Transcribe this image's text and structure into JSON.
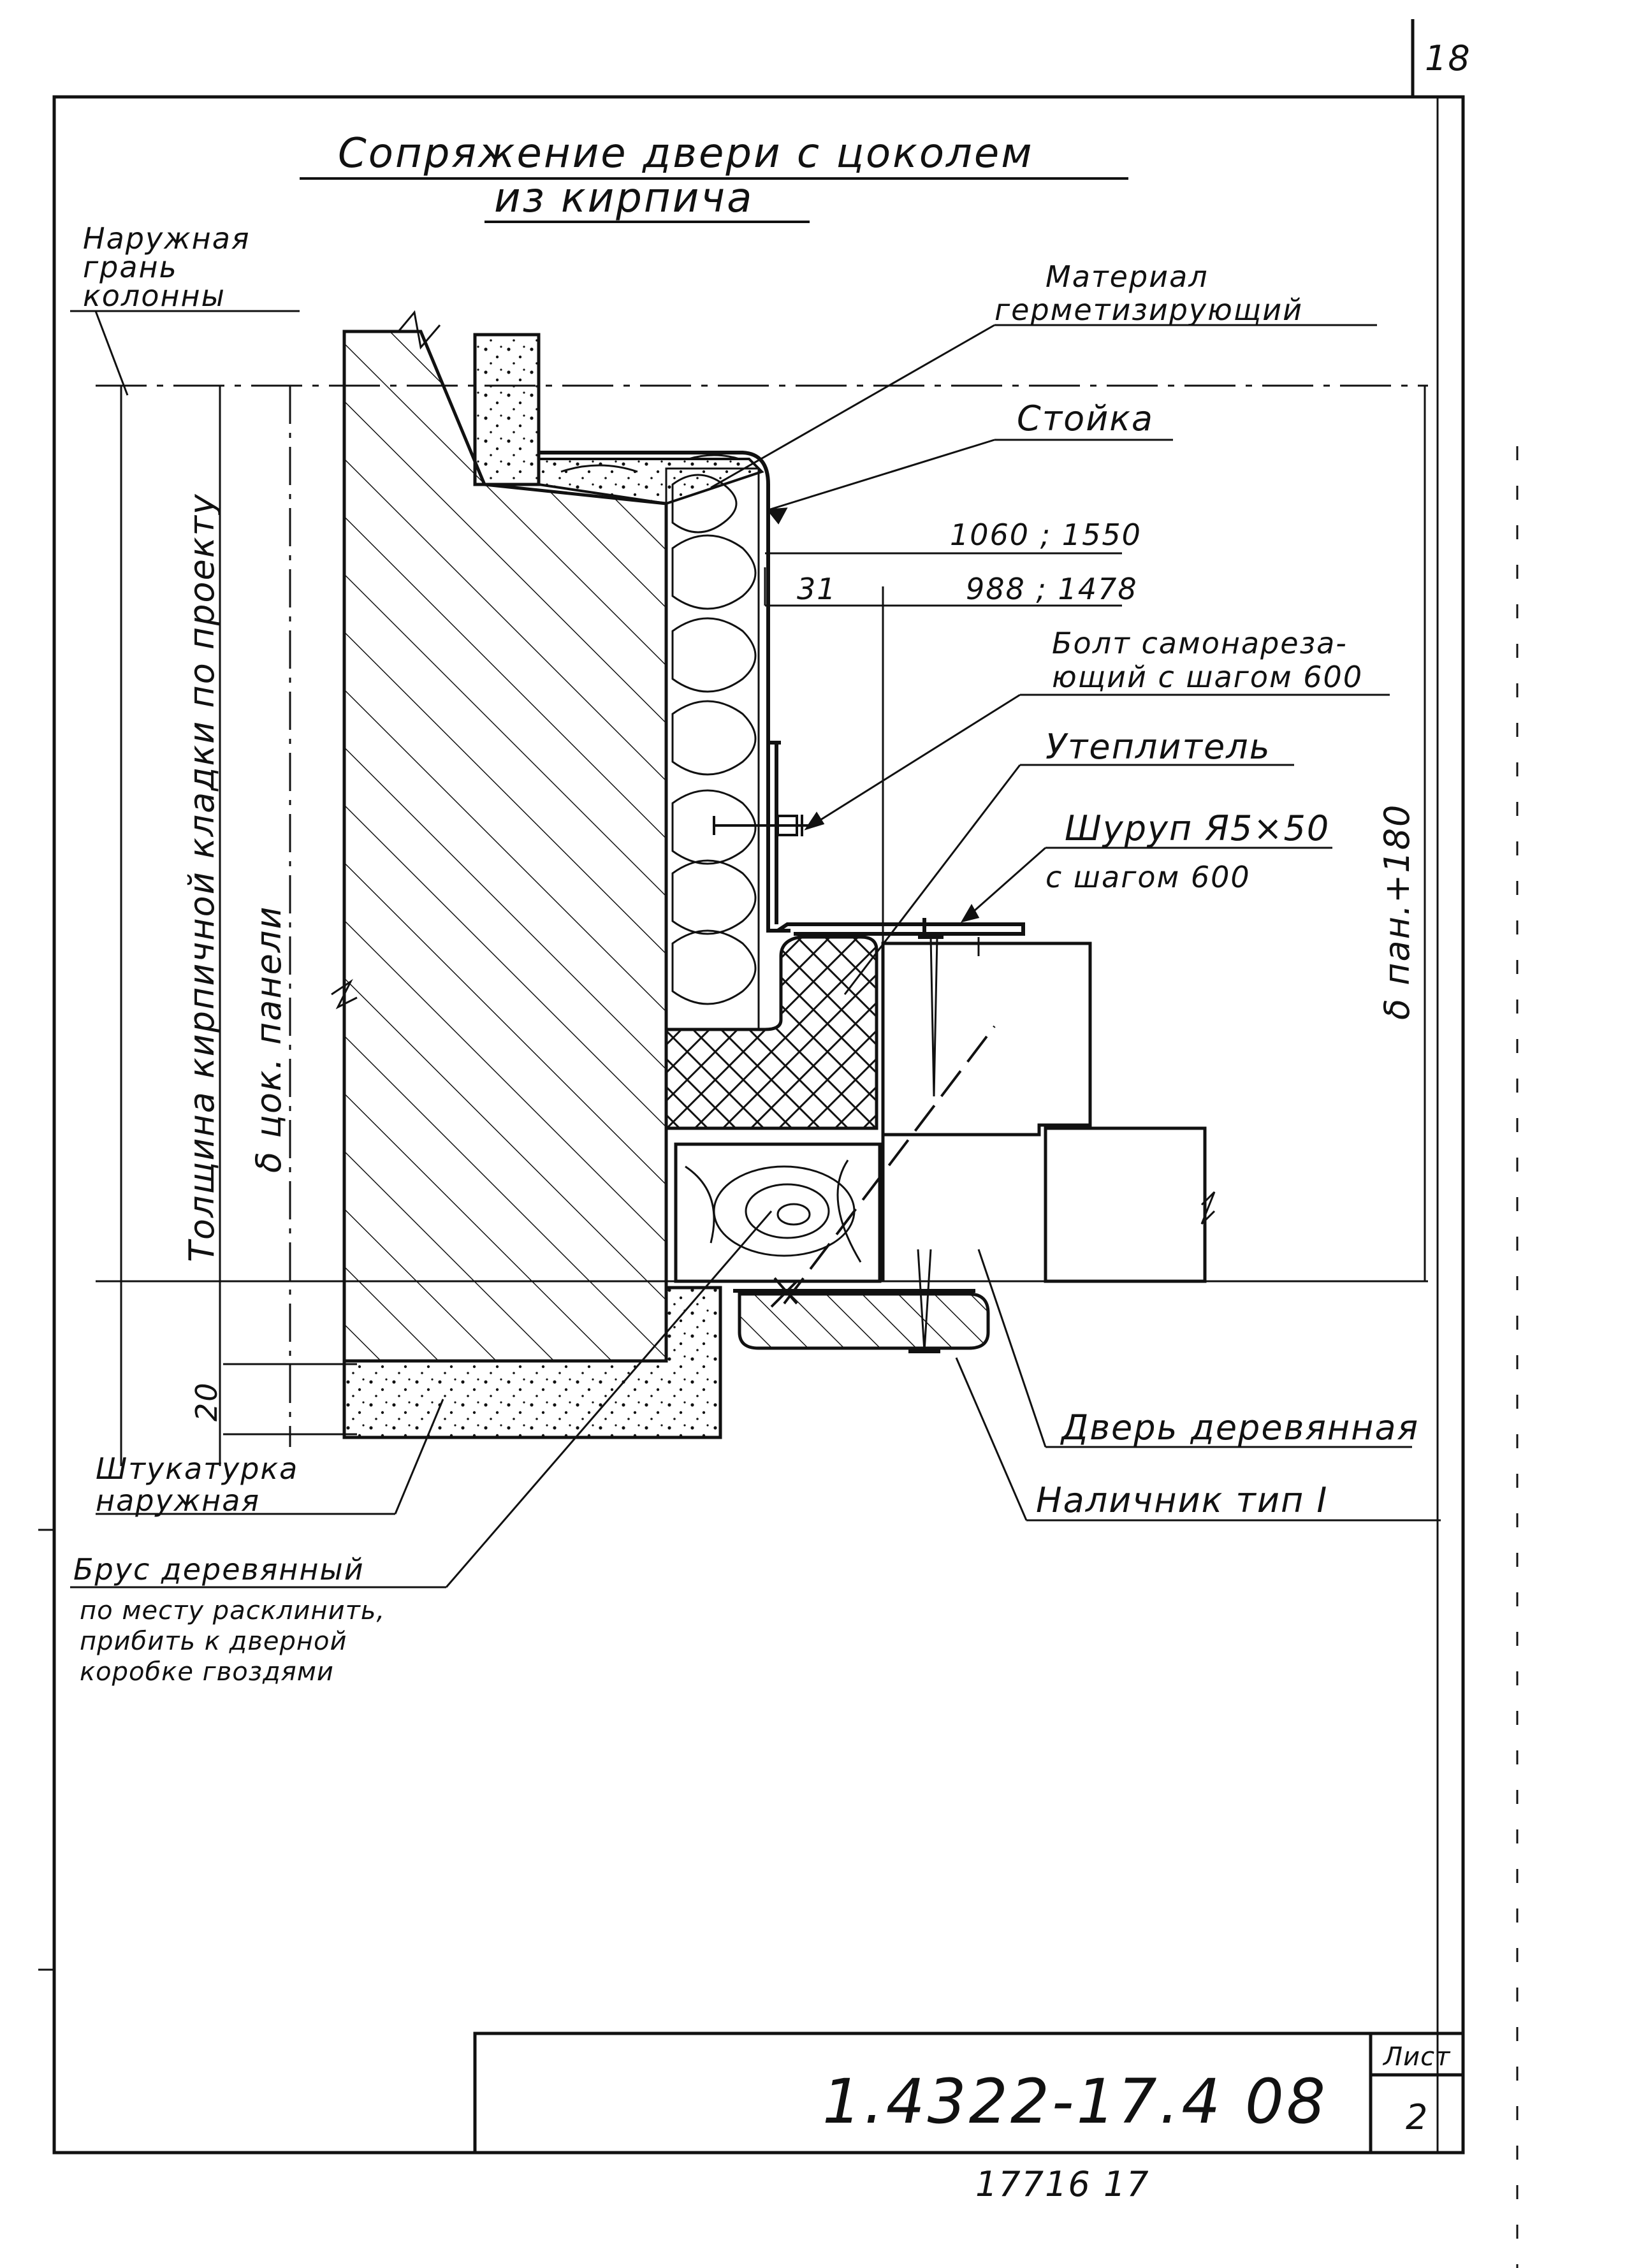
{
  "page": {
    "corner_number": "18",
    "title_line1": "Сопряжение двери с цоколем",
    "title_line2": "из кирпича"
  },
  "labels": {
    "outer_face": [
      "Наружная",
      "грань",
      "колонны"
    ],
    "sealant": [
      "Материал",
      "герметизирующий"
    ],
    "post": "Стойка",
    "dim_1060": "1060 ; 1550",
    "dim_31": "31",
    "dim_988": "988 ; 1478",
    "bolt": [
      "Болт самонарезa-",
      "ющий с шагом 600"
    ],
    "insulation": "Утеплитель",
    "screw": [
      "Шуруп Я5×50",
      "с шагом 600"
    ],
    "panel_thickness": "δ пан.+180",
    "brick_thickness": "Толщина кирпичной кладки по проекту",
    "plinth_panel": "δ цок. панели",
    "dim_20": "20",
    "door": "Дверь деревянная",
    "casing": "Наличник тип I",
    "plaster": [
      "Штукатурка",
      "наружная"
    ],
    "beam": [
      "Брус деревянный",
      "по месту расклинить,",
      "прибить к дверной",
      "коробке гвоздями"
    ]
  },
  "title_block": {
    "code": "1.4322-17.4 08",
    "sheet_label": "Лист",
    "sheet_number": "2",
    "footer_number": "17716 17"
  }
}
